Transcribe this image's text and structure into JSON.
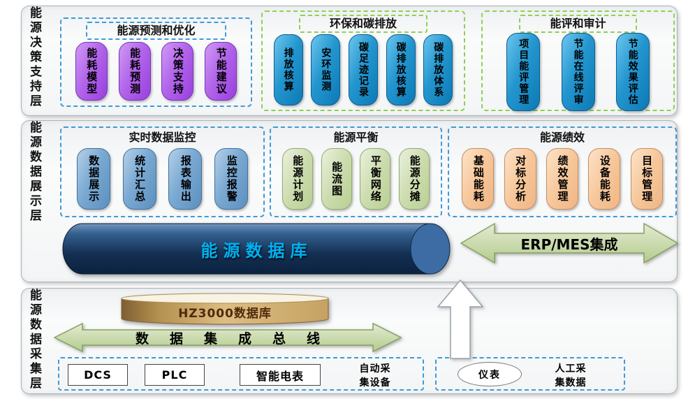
{
  "layer1": {
    "label": "能源决策支持层",
    "g1": {
      "title": "能源预测和优化",
      "items": [
        "能耗模型",
        "能耗预测",
        "决策支持",
        "节能建议"
      ]
    },
    "g2": {
      "title": "环保和碳排放",
      "items": [
        "排放核算",
        "安环监测",
        "碳足迹记录",
        "碳排放核算",
        "碳排放体系"
      ]
    },
    "g3": {
      "title": "能评和审计",
      "items": [
        "项目能评管理",
        "节能在线评审",
        "节能效果评估"
      ]
    }
  },
  "layer2": {
    "label": "能源数据展示层",
    "g1": {
      "title": "实时数据监控",
      "items": [
        "数据展示",
        "统计汇总",
        "报表输出",
        "监控报警"
      ]
    },
    "g2": {
      "title": "能源平衡",
      "items": [
        "能源计划",
        "能流图",
        "平衡网络",
        "能源分摊"
      ]
    },
    "g3": {
      "title": "能源绩效",
      "items": [
        "基础能耗",
        "对标分析",
        "绩效管理",
        "设备能耗",
        "目标管理"
      ]
    },
    "database_label": "能源数据库",
    "erp_label": "ERP/MES集成"
  },
  "layer3": {
    "label": "能源数据采集层",
    "hz_label": "HZ3000数据库",
    "bus_label": "数据集成总线",
    "devices": [
      "DCS",
      "PLC",
      "智能电表"
    ],
    "auto_label": "自动采集设备",
    "meter_label": "仪表",
    "manual_label": "人工采集数据"
  },
  "colors": {
    "pill_purple": "#a94ce0",
    "pill_cyan_blue": "#1693cf",
    "pill_steel_blue": "#6fa8dc",
    "pill_light_green": "#c6d9a8",
    "pill_orange": "#f5c9a0",
    "dash_blue": "#3e9ad8",
    "dash_green": "#8ed054",
    "cylinder_navy": "#16365c",
    "cylinder_tan": "#c8a666",
    "database_text": "#00b0f0",
    "arrow_green": "#c3d69b"
  }
}
